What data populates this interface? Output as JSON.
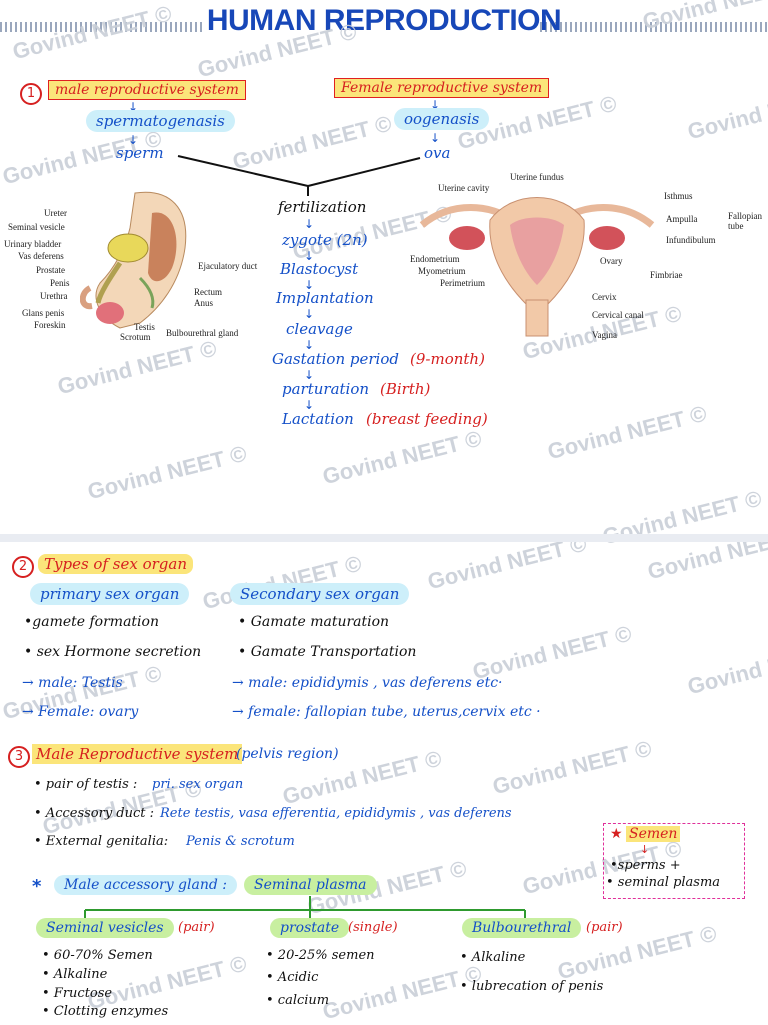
{
  "title": "HUMAN REPRODUCTION",
  "watermark": "Govind NEET ©",
  "section1": {
    "number": "1",
    "male_box": "male reproductive system",
    "female_box": "Female reproductive system",
    "spermatogenesis": "spermatogenasis",
    "oogenesis": "oogenasis",
    "sperm": "sperm",
    "ova": "ova",
    "steps": [
      "fertilization",
      "zygote (2n)",
      "Blastocyst",
      "Implantation",
      "cleavage",
      "Gastation period",
      "parturation",
      "Lactation"
    ],
    "notes": {
      "gestation": "(9-month)",
      "parturition": "(Birth)",
      "lactation": "(breast feeding)"
    },
    "male_labels": [
      "Ureter",
      "Seminal vesicle",
      "Urinary bladder",
      "Vas deferens",
      "Prostate",
      "Penis",
      "Urethra",
      "Glans penis",
      "Foreskin",
      "Testis",
      "Scrotum",
      "Ejaculatory duct",
      "Rectum",
      "Anus",
      "Bulbourethral gland"
    ],
    "female_labels": [
      "Uterine fundus",
      "Uterine cavity",
      "Isthmus",
      "Ampulla",
      "Infundibulum",
      "Fallopian tube",
      "Endometrium",
      "Myometrium",
      "Perimetrium",
      "Ovary",
      "Fimbriae",
      "Cervix",
      "Cervical canal",
      "Vagina"
    ]
  },
  "section2": {
    "number": "2",
    "heading": "Types of sex organ",
    "primary": {
      "heading": "primary sex organ",
      "points": [
        "•gamete formation",
        "• sex Hormone secretion"
      ],
      "male": "→ male: Testis",
      "female": "→ Female: ovary"
    },
    "secondary": {
      "heading": "Secondary sex organ",
      "points": [
        "• Gamate maturation",
        "• Gamate Transportation"
      ],
      "male": "→ male: epididymis , vas deferens etc·",
      "female": "→ female: fallopian tube, uterus,cervix etc ·"
    }
  },
  "section3": {
    "number": "3",
    "heading": "Male Reproductive system",
    "region": "(pelvis region)",
    "testis_label": "• pair of testis :",
    "testis_value": "pri. sex organ",
    "duct_label": "• Accessory duct :",
    "duct_value": "Rete testis, vasa efferentia, epididymis , vas deferens",
    "genitalia_label": "• External genitalia:",
    "genitalia_value": "Penis & scrotum",
    "semen_title": "Semen",
    "semen_points": [
      "•sperms +",
      "• seminal plasma"
    ],
    "gland_star": "*",
    "gland_label": "Male accessory gland :",
    "gland_value": "Seminal plasma",
    "glands": [
      {
        "name": "Seminal vesicles",
        "tag": "(pair)",
        "points": [
          "• 60-70% Semen",
          "• Alkaline",
          "• Fructose",
          "• Clotting enzymes"
        ]
      },
      {
        "name": "prostate",
        "tag": "(single)",
        "points": [
          "• 20-25% semen",
          "• Acidic",
          "• calcium"
        ]
      },
      {
        "name": "Bulbourethral",
        "tag": "(pair)",
        "points": [
          "• Alkaline",
          "• lubrecation of penis"
        ]
      }
    ]
  },
  "colors": {
    "blue": "#1450c8",
    "red": "#d62020",
    "yellow": "#fbe57a",
    "cyan": "#cdeffa",
    "green": "#c8efa0",
    "pink": "#e0309a"
  }
}
